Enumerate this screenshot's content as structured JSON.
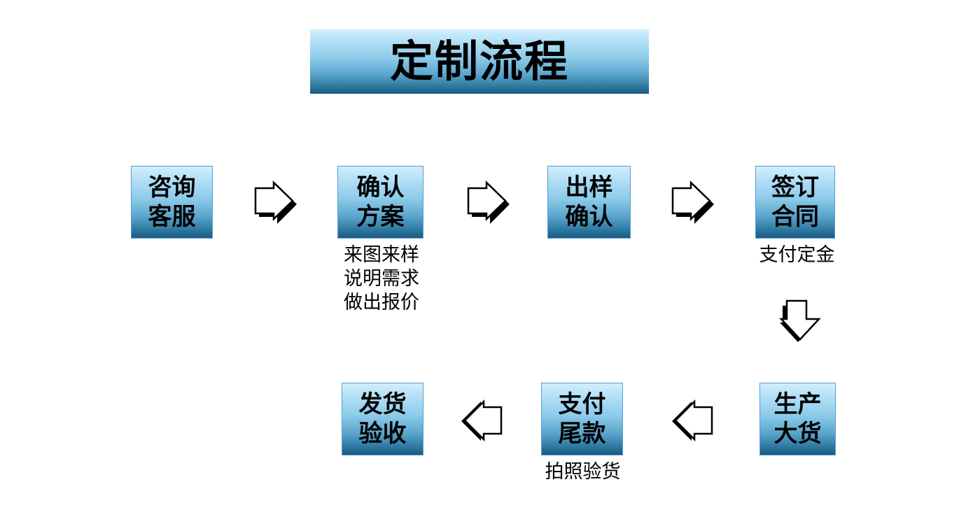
{
  "title": "定制流程",
  "steps": {
    "consult": {
      "line1": "咨询",
      "line2": "客服"
    },
    "confirm_plan": {
      "line1": "确认",
      "line2": "方案"
    },
    "sample_confirm": {
      "line1": "出样",
      "line2": "确认"
    },
    "sign_contract": {
      "line1": "签订",
      "line2": "合同"
    },
    "mass_production": {
      "line1": "生产",
      "line2": "大货"
    },
    "final_payment": {
      "line1": "支付",
      "line2": "尾款"
    },
    "ship_accept": {
      "line1": "发货",
      "line2": "验收"
    }
  },
  "notes": {
    "confirm_plan": [
      "来图来样",
      "说明需求",
      "做出报价"
    ],
    "sign_contract": [
      "支付定金"
    ],
    "final_payment": [
      "拍照验货"
    ]
  },
  "colors": {
    "box_border": "#5b9bd5",
    "gradient_top": "#d2effd",
    "gradient_bottom": "#1a5a80"
  }
}
